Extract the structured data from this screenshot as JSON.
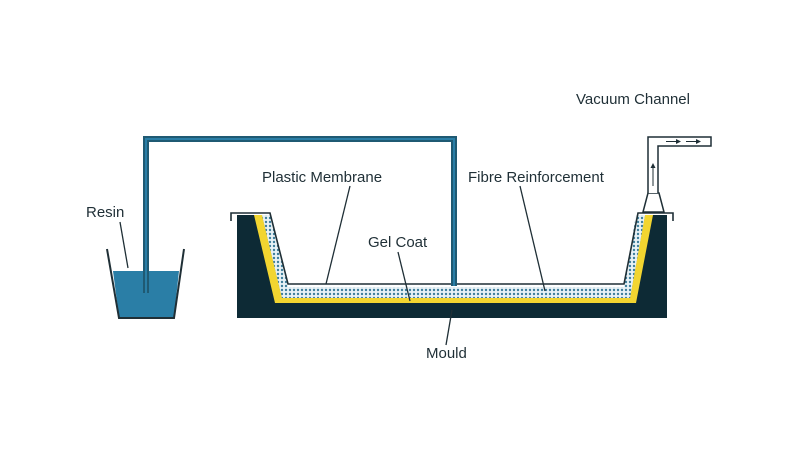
{
  "labels": {
    "vacuum_channel": "Vacuum Channel",
    "plastic_membrane": "Plastic Membrane",
    "fibre_reinforcement": "Fibre Reinforcement",
    "resin": "Resin",
    "gel_coat": "Gel Coat",
    "mould": "Mould"
  },
  "colors": {
    "mould": "#0d2a35",
    "gel_coat": "#f2d530",
    "fibre": "#b9d3de",
    "resin": "#2a7ea6",
    "pipe": "#1f5a73",
    "outline": "#1f2f36"
  }
}
